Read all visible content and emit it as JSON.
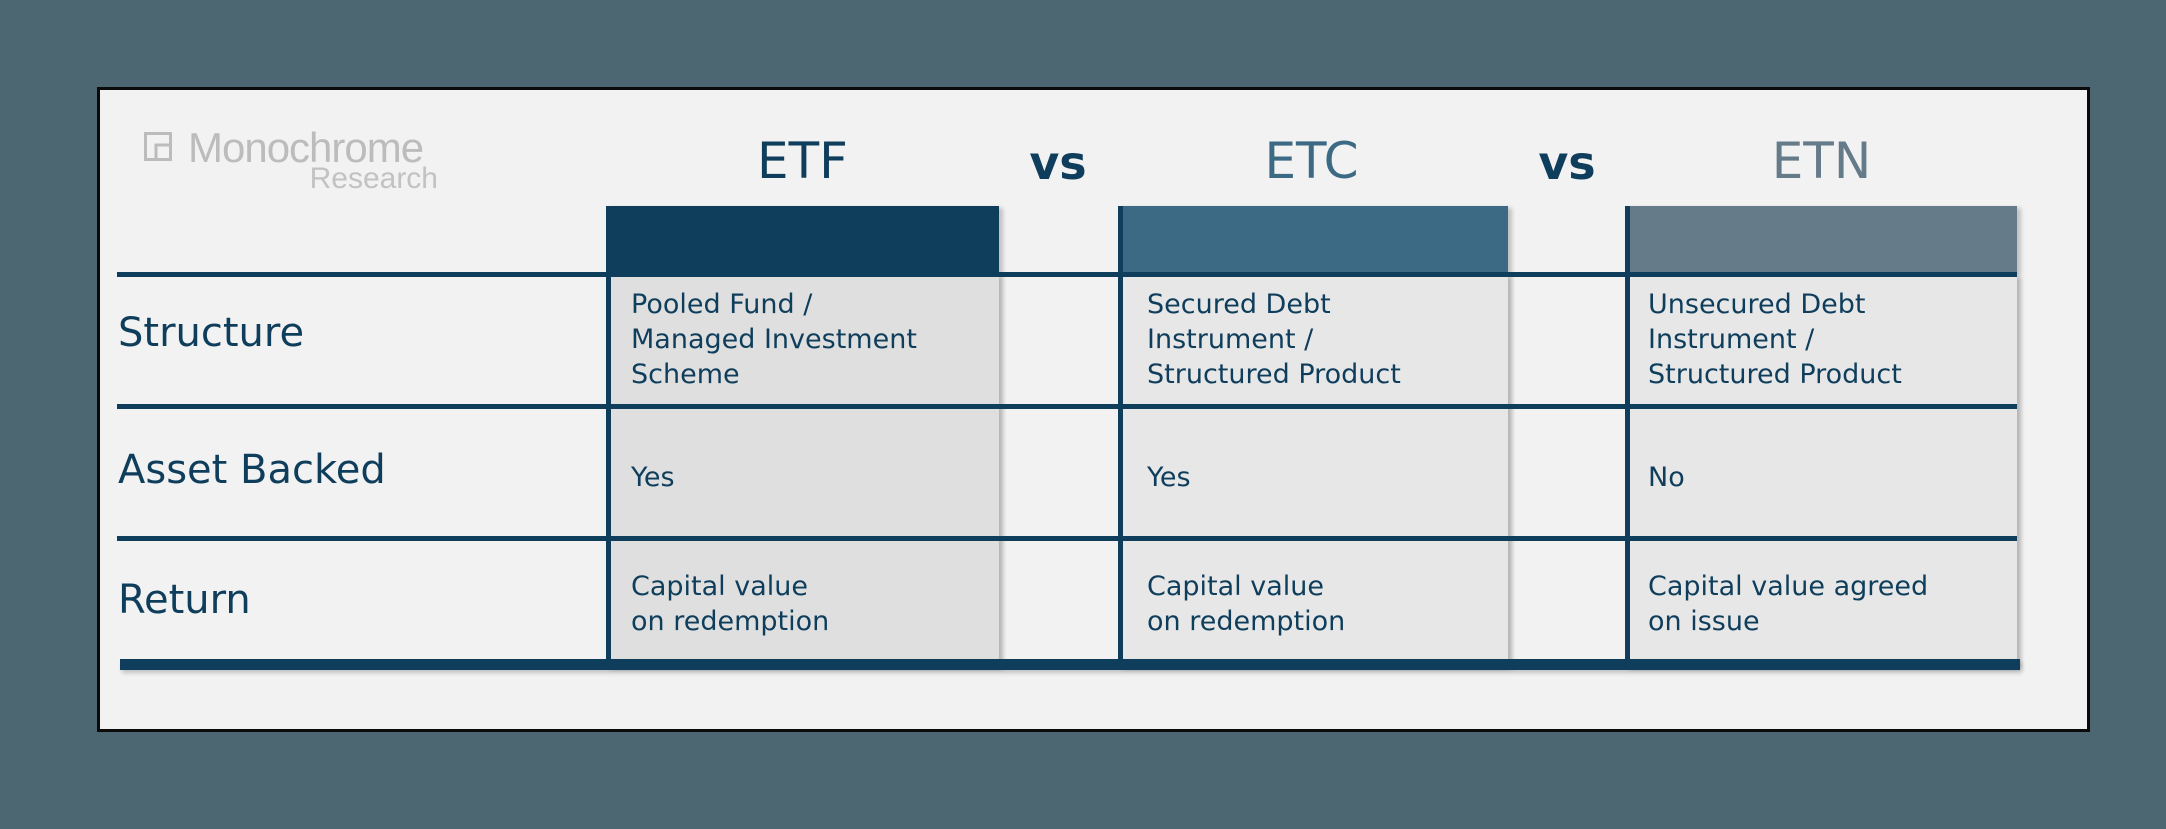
{
  "logo": {
    "name": "Monochrome",
    "subtitle": "Research",
    "icon": "logo-squares-icon",
    "color": "#bcbcbc"
  },
  "columns": [
    {
      "title": "ETF",
      "header_color": "#0f3e5c",
      "title_color": "#0f3e5c",
      "cell_bg": "#dfdfdf"
    },
    {
      "title": "ETC",
      "header_color": "#3c6a84",
      "title_color": "#3c6a84",
      "cell_bg": "#e7e7e7"
    },
    {
      "title": "ETN",
      "header_color": "#667b89",
      "title_color": "#667b89",
      "cell_bg": "#e7e7e7"
    }
  ],
  "separators": [
    "vs",
    "vs"
  ],
  "rows": [
    {
      "label": "Structure",
      "values": [
        "Pooled Fund /\nManaged Investment\nScheme",
        "Secured Debt\nInstrument /\nStructured Product",
        "Unsecured Debt\nInstrument /\nStructured Product"
      ]
    },
    {
      "label": "Asset Backed",
      "values": [
        "Yes",
        "Yes",
        "No"
      ]
    },
    {
      "label": "Return",
      "values": [
        "Capital value\non redemption",
        "Capital value\non redemption",
        "Capital value agreed\non issue"
      ]
    }
  ],
  "colors": {
    "page_bg": "#4c6771",
    "panel_bg": "#f2f2f2",
    "line": "#0f3e5c"
  }
}
